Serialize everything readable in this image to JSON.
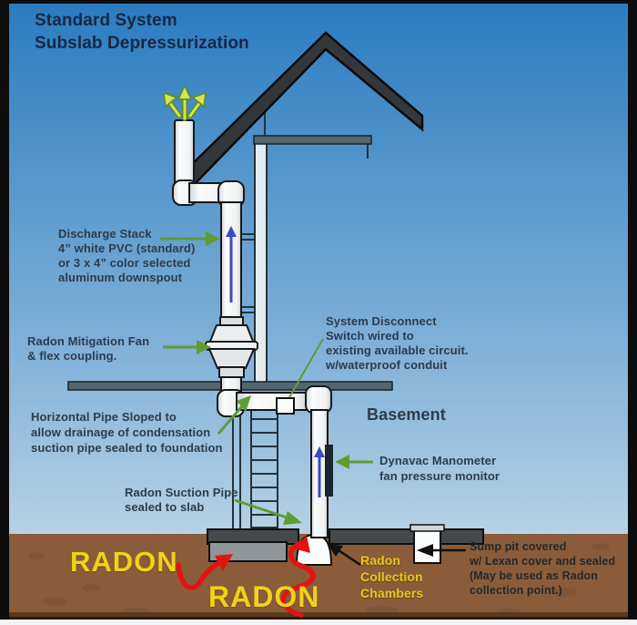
{
  "title": "Standard System\nSubslab Depressurization",
  "labels": {
    "discharge_stack": "Discharge Stack\n4” white PVC (standard)\nor 3 x 4” color selected\naluminum downspout",
    "mitigation_fan": "Radon Mitigation Fan\n& flex coupling.",
    "disconnect_switch": "System Disconnect\nSwitch wired to\nexisting available circuit.\nw/waterproof conduit",
    "basement": "Basement",
    "horizontal_pipe": "Horizontal Pipe Sloped to\nallow drainage of condensation\nsuction pipe sealed to foundation",
    "manometer": "Dynavac Manometer\nfan pressure monitor",
    "suction_pipe": "Radon Suction Pipe\nsealed to slab",
    "radon_left": "RADON",
    "radon_center": "RADON",
    "collection_chambers": "Radon\nCollection\nChambers",
    "sump_pit": "Sump pit covered\nw/ Lexan cover and sealed\n(May be used as Radon\ncollection point.)"
  },
  "icons": {
    "discharge_airflow": "three-up-spread-arrows",
    "pipe_airflow": "blue-up-arrow",
    "pointer": "green-arrow",
    "radon_flow": "red-squiggle-arrow",
    "callout": "black-arrow"
  },
  "colors": {
    "sky_top": "#2a7cc0",
    "sky_bottom": "#cfe0ea",
    "ground_brown": "#8a5c3a",
    "roof_gray": "#33373a",
    "pipe_white": "#f7f8f8",
    "slab_gray": "#46494c",
    "pointer_green": "#5f9c35",
    "discharge_yellow_green": "#d7e44f",
    "airflow_blue": "#3b4abf",
    "radon_red": "#e11414",
    "radon_yellow": "#f2d216",
    "label_text": "#2c3c4c"
  }
}
